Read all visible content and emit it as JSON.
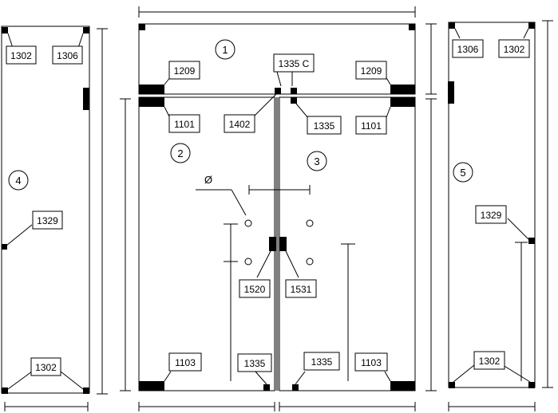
{
  "panels": [
    {
      "number": "1"
    },
    {
      "number": "2"
    },
    {
      "number": "3"
    },
    {
      "number": "4"
    },
    {
      "number": "5"
    }
  ],
  "part_labels": {
    "l1302_tl": "1302",
    "l1306_tl": "1306",
    "l1329_left": "1329",
    "l1302_bl": "1302",
    "l1209_left": "1209",
    "l1335c": "1335 C",
    "l1209_right": "1209",
    "l1101_left": "1101",
    "l1402": "1402",
    "l1335_mid": "1335",
    "l1101_right": "1101",
    "l1520": "1520",
    "l1531": "1531",
    "l1103_left": "1103",
    "l1335_bl": "1335",
    "l1335_br": "1335",
    "l1103_right": "1103",
    "l1306_tr": "1306",
    "l1302_tr": "1302",
    "l1329_right": "1329",
    "l1302_br": "1302"
  },
  "diameter_symbol": "Ø"
}
